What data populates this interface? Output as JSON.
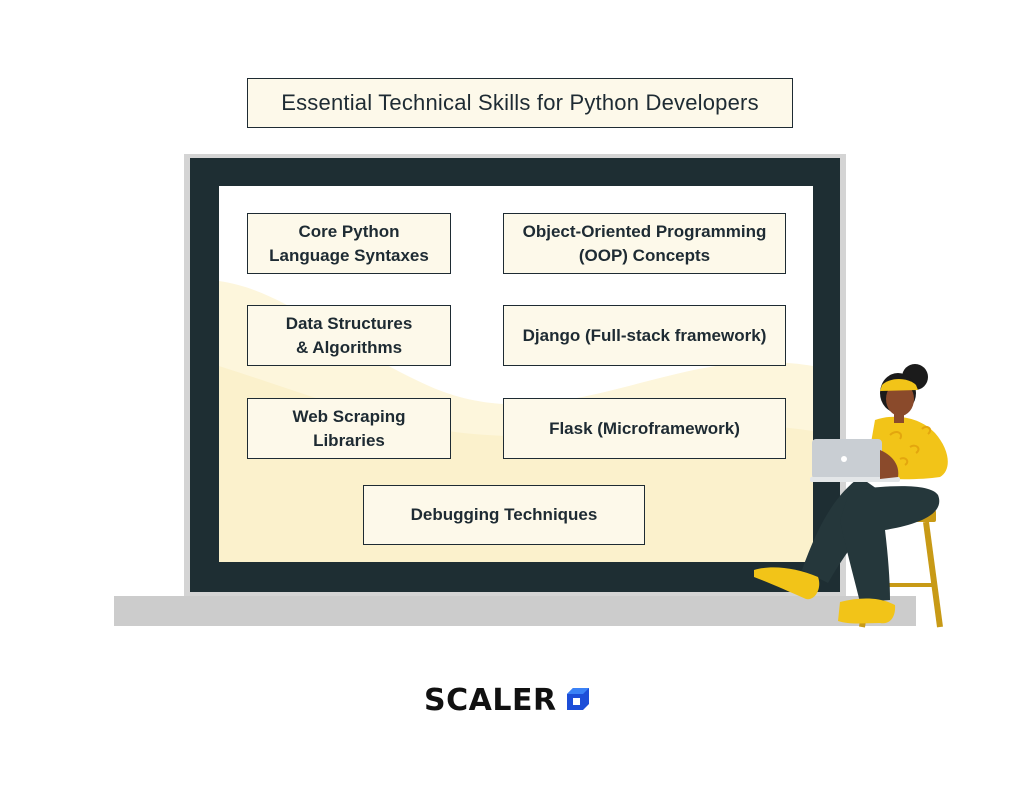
{
  "title": "Essential Technical Skills for Python Developers",
  "skills": [
    "Core Python\nLanguage Syntaxes",
    "Object-Oriented Programming\n(OOP) Concepts",
    "Data Structures\n& Algorithms",
    "Django (Full-stack framework)",
    "Web Scraping\nLibraries",
    "Flask (Microframework)",
    "Debugging Techniques"
  ],
  "brand": {
    "name": "SCALER",
    "logo_icon": "scaler-cube-icon",
    "accent_color": "#1d4ed8"
  },
  "colors": {
    "box_fill": "#fdf9ea",
    "box_border": "#1e2b33",
    "bezel": "#1e2e33",
    "screen_wave": "#fbf3d0",
    "person_top": "#f2c418",
    "person_pants": "#25373b",
    "stool": "#c89a16"
  }
}
